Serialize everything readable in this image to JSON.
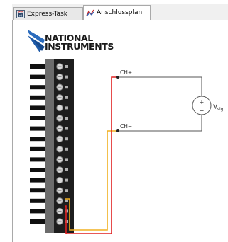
{
  "tabs": [
    {
      "label": "Express-Task",
      "icon": "express-task-icon",
      "active": false
    },
    {
      "label": "Anschlussplan",
      "icon": "wiring-diagram-icon",
      "active": true
    }
  ],
  "logo": {
    "line1": "NATIONAL",
    "line2": "INSTRUMENTS"
  },
  "diagram": {
    "ch_plus": "CH+",
    "ch_minus": "CH−",
    "source_symbol": "V",
    "source_subscript": "sig",
    "wire_colors": {
      "red": "#e02020",
      "orange": "#f0b020",
      "circuit": "#555555"
    }
  }
}
